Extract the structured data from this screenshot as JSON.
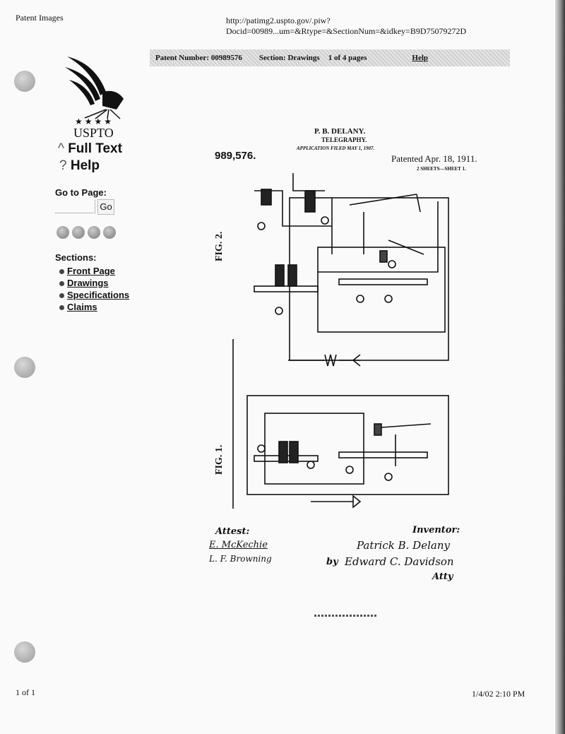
{
  "print_header": {
    "left": "Patent Images",
    "url": "http://patimg2.uspto.gov/.piw?Docid=00989...um=&Rtype=&SectionNum=&idkey=B9D75079272D"
  },
  "navbar": {
    "patent_number": "Patent Number: 00989576",
    "section": "Section: Drawings",
    "pages": "1 of 4 pages",
    "help": "Help"
  },
  "sidebar": {
    "logo_text": "USPTO",
    "full_text": "Full Text",
    "help": "Help",
    "goto_label": "Go to Page:",
    "goto_value": "",
    "go_button": "Go",
    "sections_label": "Sections:",
    "sections": [
      {
        "label": "Front Page"
      },
      {
        "label": "Drawings"
      },
      {
        "label": "Specifications"
      },
      {
        "label": "Claims"
      }
    ]
  },
  "patent": {
    "inventor_name": "P. B. DELANY.",
    "title": "TELEGRAPHY.",
    "filed": "APPLICATION FILED MAY 1, 1907.",
    "number": "989,576.",
    "patented": "Patented Apr. 18, 1911.",
    "sheets": "2 SHEETS—SHEET 1.",
    "fig2": "FIG. 2.",
    "fig1": "FIG. 1.",
    "attest": "Attest:",
    "witness1": "E. McKechie",
    "witness2": "L. F. Browning",
    "inventor_label": "Inventor:",
    "inventor_sig": "Patrick B. Delany",
    "by": "by",
    "attorney_sig": "Edward C. Davidson",
    "atty": "Atty"
  },
  "print_footer": {
    "left": "1 of 1",
    "right": "1/4/02 2:10 PM"
  }
}
